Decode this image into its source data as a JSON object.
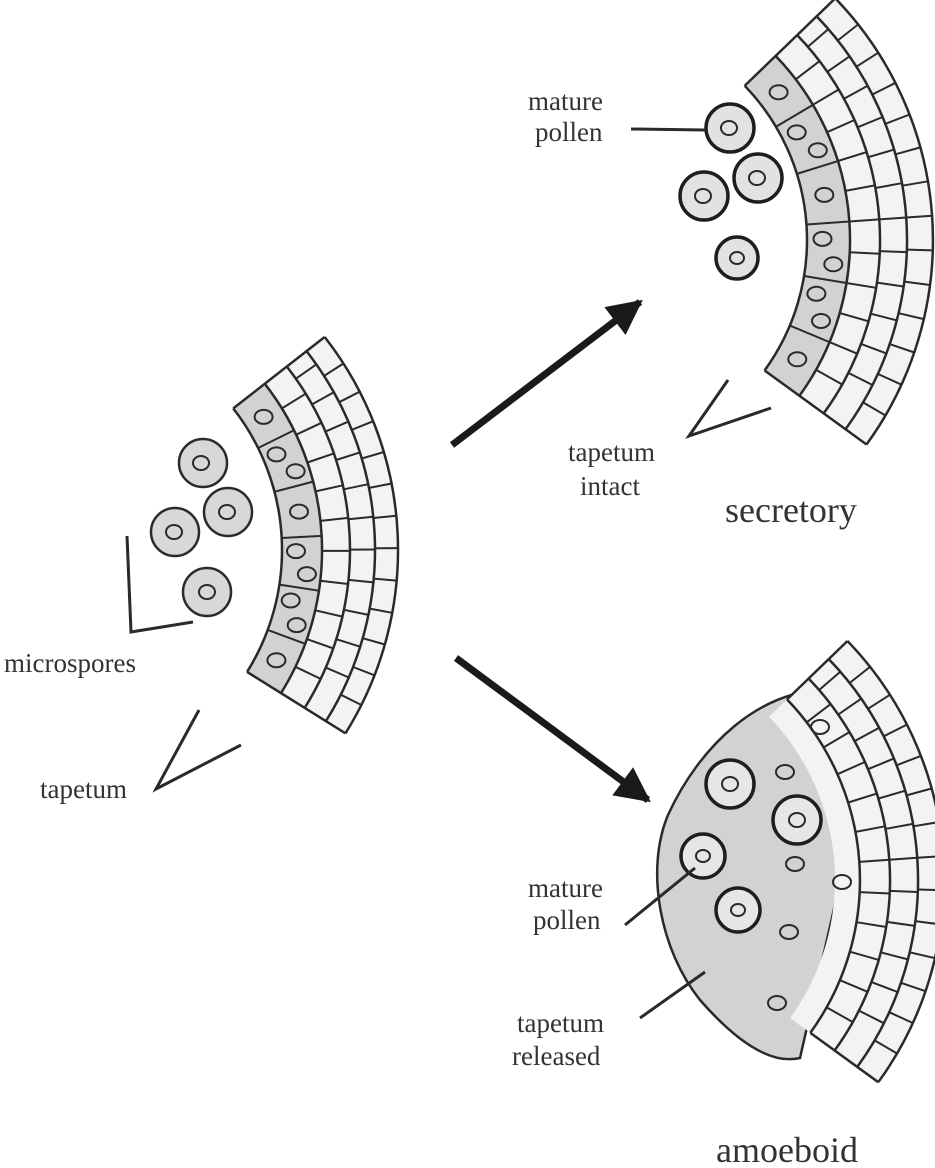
{
  "labels": {
    "microspores": "microspores",
    "tapetum": "tapetum",
    "mature_pollen_top_line1": "mature",
    "mature_pollen_top_line2": "pollen",
    "tapetum_intact_line1": "tapetum",
    "tapetum_intact_line2": "intact",
    "secretory": "secretory",
    "mature_pollen_bottom_line1": "mature",
    "mature_pollen_bottom_line2": "pollen",
    "tapetum_released_line1": "tapetum",
    "tapetum_released_line2": "released",
    "amoeboid": "amoeboid"
  },
  "colors": {
    "tapetum_fill": "#d2d2d2",
    "cell_fill": "#f3f3f3",
    "line": "#2a2a2a",
    "text": "#333333"
  }
}
